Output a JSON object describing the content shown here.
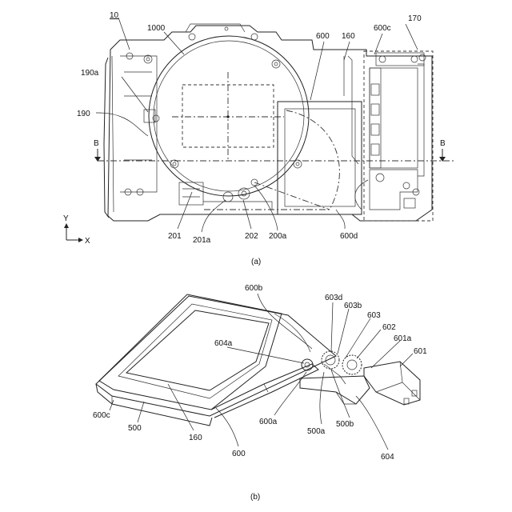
{
  "figure_a": {
    "caption": "(a)",
    "ref_labels": {
      "l10": "10",
      "l1000": "1000",
      "l600": "600",
      "l160": "160",
      "l600c": "600c",
      "l170": "170",
      "l190a": "190a",
      "l190": "190",
      "lB_left": "B",
      "lB_right": "B",
      "l201": "201",
      "l201a": "201a",
      "l202": "202",
      "l200a": "200a",
      "l600d": "600d"
    },
    "axes": {
      "y": "Y",
      "x": "X"
    }
  },
  "figure_b": {
    "caption": "(b)",
    "ref_labels": {
      "l600b": "600b",
      "l603d": "603d",
      "l603b": "603b",
      "l603": "603",
      "l602": "602",
      "l601a": "601a",
      "l601": "601",
      "l604a": "604a",
      "l600c": "600c",
      "l500": "500",
      "l160": "160",
      "l600": "600",
      "l600a": "600a",
      "l500a": "500a",
      "l500b": "500b",
      "l604": "604"
    }
  }
}
